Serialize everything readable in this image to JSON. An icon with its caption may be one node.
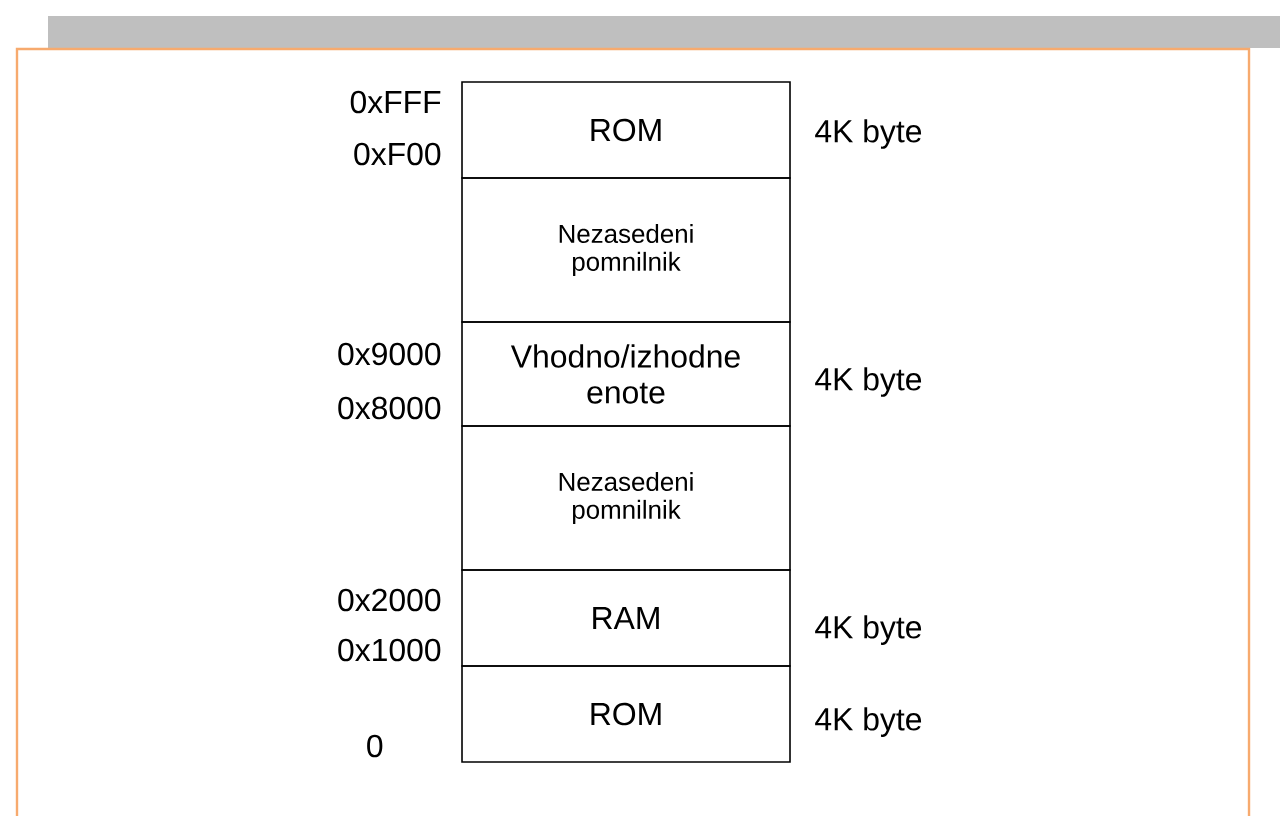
{
  "diagram": {
    "nodes": [
      {
        "text": [
          "ROM"
        ],
        "beside": [
          "4K byte"
        ]
      },
      {
        "text": [
          "Nezasedeni pomnilnik"
        ]
      },
      {
        "text": [
          "Vhodno/izhodne enote"
        ],
        "beside": [
          "4K byte"
        ]
      },
      {
        "text": [
          "Nezasedeni pomnilnik"
        ]
      },
      {
        "text": [
          "RAM"
        ],
        "beside": [
          "4K byte"
        ]
      },
      {
        "text": [
          "ROM"
        ],
        "beside": [
          "4K byte"
        ]
      }
    ],
    "labels": [
      "0xFFF",
      "0xF00",
      "0x9000",
      "0x8000",
      "0x2000",
      "0x1000",
      "0"
    ]
  }
}
